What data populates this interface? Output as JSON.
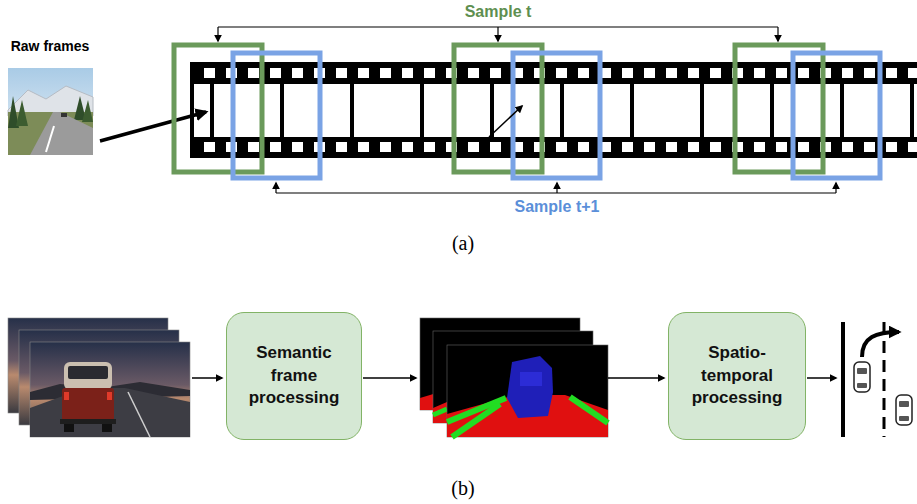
{
  "diagram": {
    "nodes": [
      {
        "text": [
          "Semantic frame processing"
        ]
      },
      {
        "text": [
          "Spatio-temporal processing"
        ]
      }
    ],
    "labels": [
      "Raw frames",
      "Sample t",
      "Sample t+1",
      "(a)",
      "(b)"
    ]
  }
}
